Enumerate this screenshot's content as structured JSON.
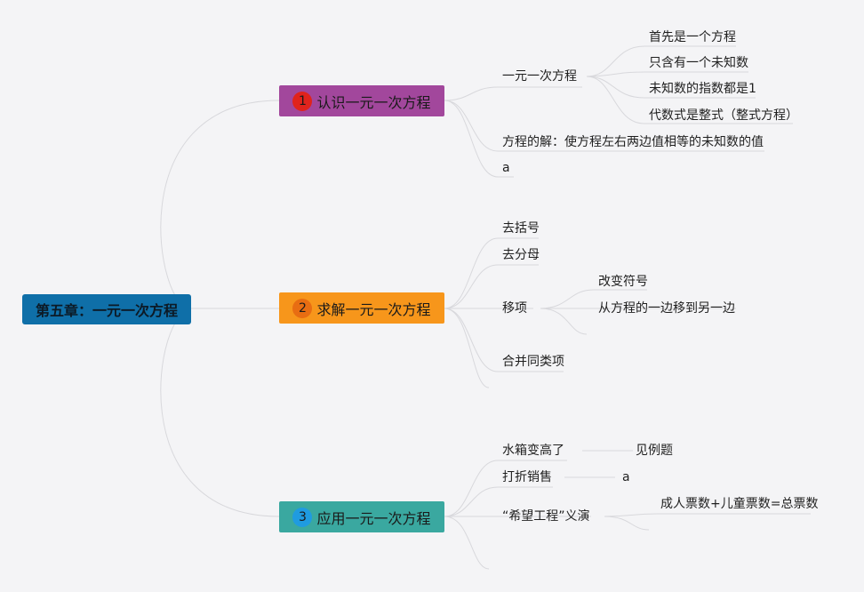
{
  "root": {
    "label": "第五章：一元一次方程"
  },
  "topics": [
    {
      "badge": "1",
      "label": "认识一元一次方程",
      "color": "#a2479c"
    },
    {
      "badge": "2",
      "label": "求解一元一次方程",
      "color": "#f7961b"
    },
    {
      "badge": "3",
      "label": "应用一元一次方程",
      "color": "#3aa8a0"
    }
  ],
  "t1": {
    "linear": "一元一次方程",
    "details": [
      "首先是一个方程",
      "只含有一个未知数",
      "未知数的指数都是1",
      "代数式是整式（整式方程）"
    ],
    "solution": "方程的解：使方程左右两边值相等的未知数的值",
    "extra": "a"
  },
  "t2": {
    "steps": [
      "去括号",
      "去分母",
      "移项",
      "合并同类项"
    ],
    "move_details": [
      "改变符号",
      "从方程的一边移到另一边"
    ]
  },
  "t3": {
    "items": [
      "水箱变高了",
      "打折销售",
      "“希望工程”义演"
    ],
    "item_details": [
      "见例题",
      "a",
      "成人票数+儿童票数=总票数"
    ]
  },
  "colors": {
    "line": "#d8d8dc",
    "background": "#f4f4f6"
  }
}
